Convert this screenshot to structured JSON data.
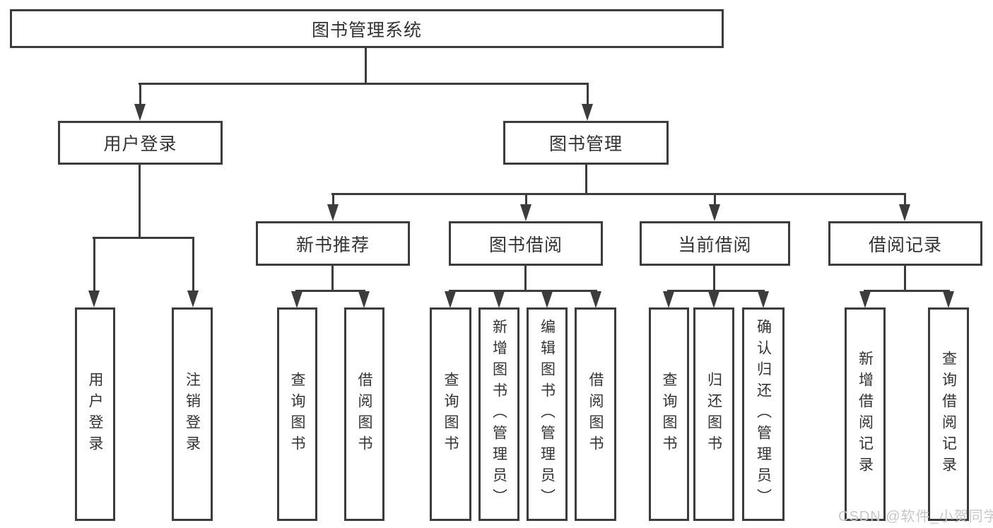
{
  "diagram": {
    "root": {
      "label": "图书管理系统"
    },
    "branches": [
      {
        "label": "用户登录",
        "children": [
          {
            "label": "用户登录"
          },
          {
            "label": "注销登录"
          }
        ]
      },
      {
        "label": "图书管理",
        "children": [
          {
            "label": "新书推荐",
            "children": [
              {
                "label": "查询图书"
              },
              {
                "label": "借阅图书"
              }
            ]
          },
          {
            "label": "图书借阅",
            "children": [
              {
                "label": "查询图书"
              },
              {
                "label": "新增图书（管理员）"
              },
              {
                "label": "编辑图书（管理员）"
              },
              {
                "label": "借阅图书"
              }
            ]
          },
          {
            "label": "当前借阅",
            "children": [
              {
                "label": "查询图书"
              },
              {
                "label": "归还图书"
              },
              {
                "label": "确认归还（管理员）"
              }
            ]
          },
          {
            "label": "借阅记录",
            "children": [
              {
                "label": "新增借阅记录"
              },
              {
                "label": "查询借阅记录"
              }
            ]
          }
        ]
      }
    ],
    "watermark": "CSDN @软件_小贺同学",
    "colors": {
      "line": "#3c3c3c",
      "text": "#333333",
      "watermark": "#c9c7c7",
      "background": "#ffffff"
    }
  }
}
